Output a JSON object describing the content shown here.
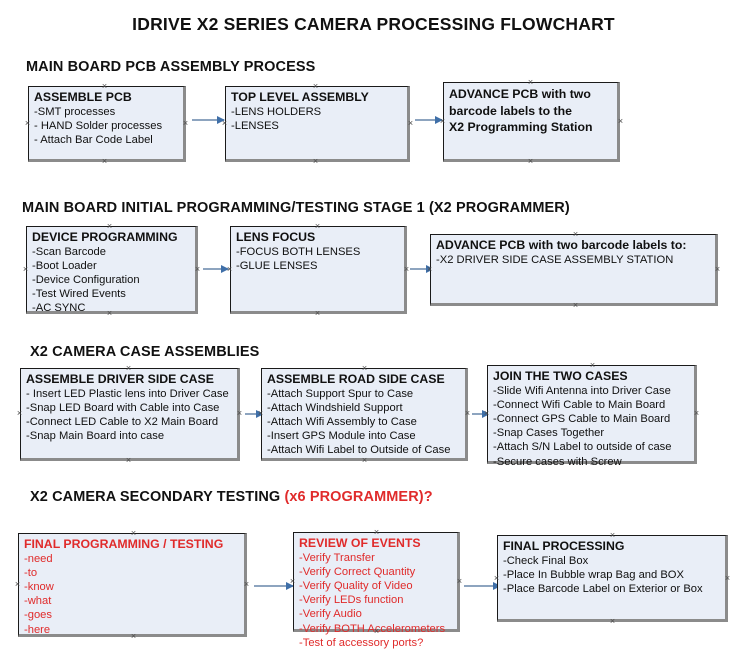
{
  "title": "IDRIVE X2  SERIES CAMERA PROCESSING FLOWCHART",
  "colors": {
    "node_fill": "#e9eef7",
    "node_border": "#1a1a1a",
    "node_shadow": "#8b8b8b",
    "arrow_line": "#8da4bf",
    "arrow_head": "#3f6fa8",
    "accent_red": "#e02b2b",
    "text": "#101010",
    "background": "#ffffff"
  },
  "sections": [
    {
      "heading": "MAIN BOARD PCB ASSEMBLY PROCESS",
      "heading_accent": "",
      "nodes": [
        {
          "title": "ASSEMBLE PCB",
          "lines": [
            "-SMT processes",
            "- HAND Solder processes",
            "- Attach Bar Code Label"
          ]
        },
        {
          "title": "TOP LEVEL ASSEMBLY",
          "lines": [
            "-LENS HOLDERS",
            "-LENSES"
          ]
        },
        {
          "title_lines": [
            "ADVANCE PCB with two",
            "barcode labels to the",
            " X2 Programming Station"
          ],
          "lines": []
        }
      ]
    },
    {
      "heading": "MAIN BOARD INITIAL PROGRAMMING/TESTING STAGE 1 (X2 PROGRAMMER)",
      "heading_accent": "",
      "nodes": [
        {
          "title": "DEVICE PROGRAMMING",
          "lines": [
            "-Scan Barcode",
            "-Boot Loader",
            "-Device Configuration",
            "-Test Wired Events",
            "-AC SYNC"
          ]
        },
        {
          "title": "LENS FOCUS",
          "lines": [
            "-FOCUS BOTH LENSES",
            "-GLUE LENSES"
          ]
        },
        {
          "title": "ADVANCE PCB with two barcode labels to:",
          "lines": [
            "-X2 DRIVER  SIDE  CASE  ASSEMBLY STATION"
          ]
        }
      ]
    },
    {
      "heading": "X2 CAMERA CASE ASSEMBLIES",
      "heading_accent": "",
      "nodes": [
        {
          "title": "ASSEMBLE DRIVER SIDE CASE",
          "lines": [
            "- Insert LED Plastic lens into Driver Case",
            "-Snap LED Board with Cable into Case",
            "-Connect LED Cable to X2 Main Board",
            "-Snap Main Board into case"
          ]
        },
        {
          "title": "ASSEMBLE ROAD SIDE CASE",
          "lines": [
            "-Attach Support Spur to Case",
            "-Attach Windshield Support",
            "-Attach Wifi Assembly to Case",
            "-Insert GPS Module into Case",
            "-Attach Wifi Label to Outside of Case"
          ]
        },
        {
          "title": "JOIN THE TWO CASES",
          "lines": [
            "-Slide Wifi Antenna into Driver Case",
            "-Connect Wifi Cable to Main Board",
            "-Connect GPS Cable to Main Board",
            "-Snap Cases Together",
            "-Attach S/N Label to outside of case",
            "-Secure cases with Screw"
          ]
        }
      ]
    },
    {
      "heading": "X2 CAMERA SECONDARY TESTING ",
      "heading_accent": "(x6 PROGRAMMER)?",
      "nodes": [
        {
          "title": "FINAL PROGRAMMING / TESTING",
          "lines": [
            "-need",
            "-to",
            "-know",
            "-what",
            "-goes",
            "-here"
          ]
        },
        {
          "title": "REVIEW OF EVENTS",
          "lines": [
            "-Verify Transfer",
            "-Verify Correct Quantity",
            "-Verify Quality of Video",
            "-Verify LEDs function",
            "-Verify Audio",
            "-Verify BOTH Accelerometers"
          ],
          "overflow_line": "-Test of accessory ports?"
        },
        {
          "title": "FINAL PROCESSING",
          "lines": [
            " -Check Final Box",
            "-Place In Bubble wrap Bag and BOX",
            "-Place Barcode Label on Exterior or Box"
          ]
        }
      ]
    }
  ]
}
